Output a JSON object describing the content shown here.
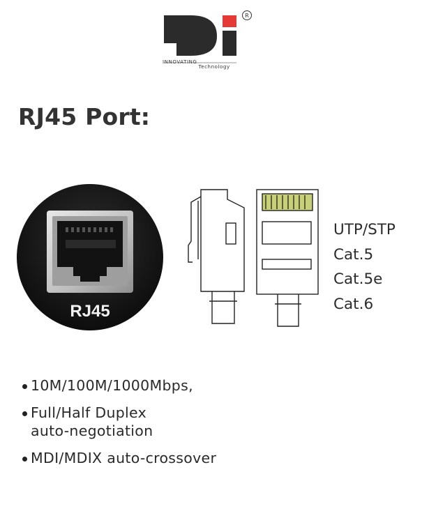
{
  "logo": {
    "mark": "Di",
    "registered": "®",
    "tagline_main": "INNOVATING",
    "tagline_sub": "Technology",
    "colors": {
      "mark": "#2b2b2b",
      "accent": "#e53935"
    }
  },
  "title": "RJ45 Port:",
  "port_photo": {
    "label": "RJ45"
  },
  "cable_types": [
    "UTP/STP",
    "Cat.5",
    "Cat.5e",
    "Cat.6"
  ],
  "features": [
    "10M/100M/1000Mbps,",
    "Full/Half Duplex\nauto-negotiation",
    "MDI/MDIX auto-crossover"
  ]
}
